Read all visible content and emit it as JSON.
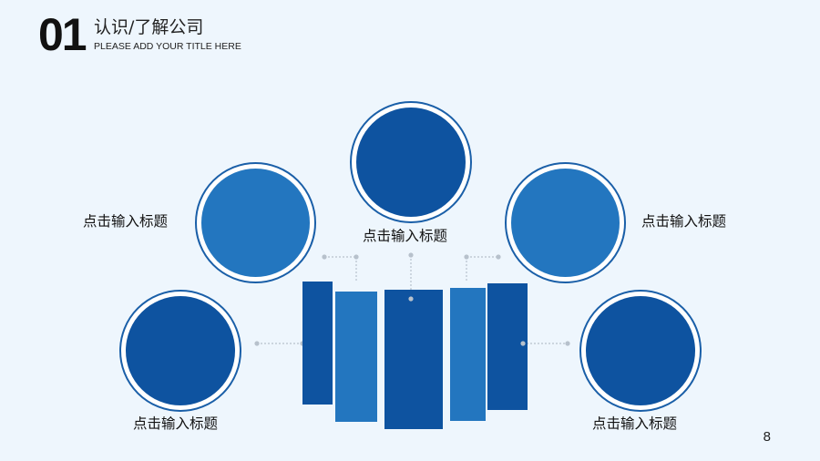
{
  "header": {
    "number": "01",
    "title": "认识/了解公司",
    "subtitle": "PLEASE ADD YOUR TITLE HERE"
  },
  "items": [
    {
      "label": "点击输入标题"
    },
    {
      "label": "点击输入标题"
    },
    {
      "label": "点击输入标题"
    },
    {
      "label": "点击输入标题"
    },
    {
      "label": "点击输入标题"
    }
  ],
  "page_number": "8",
  "colors": {
    "background": "#eef6fd",
    "dark_blue": "#0e53a0",
    "light_blue": "#2376bf",
    "ring": "#1a5fa8",
    "connector": "#b7c1cc"
  }
}
